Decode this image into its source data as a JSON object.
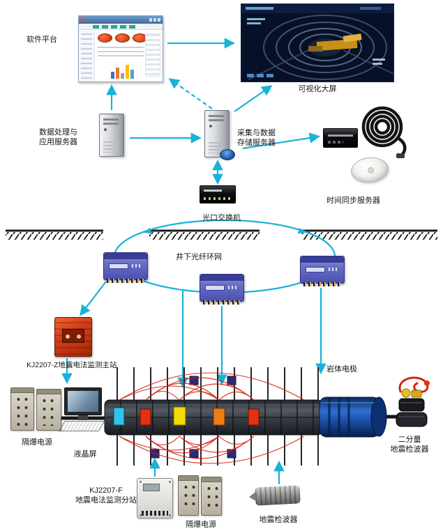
{
  "diagram": {
    "type": "system-architecture",
    "labels": {
      "software_platform": "软件平台",
      "visual_screen": "可视化大屏",
      "app_server": "数据处理与\n应用服务器",
      "storage_server": "采集与数据\n存储服务器",
      "time_sync_server": "时间同步服务器",
      "optical_switch": "光口交换机",
      "fiber_ring": "井下光纤环网",
      "main_station": "KJ2207-Z地震电法监测主站",
      "rock_electrode": "岩体电极",
      "power_supply_left": "隔爆电源",
      "lcd_screen": "液晶屏",
      "substation": "KJ2207-F\n地震电法监测分站",
      "power_supply_bottom": "隔爆电源",
      "geophone": "地震检波器",
      "two_component_geophone": "二分量\n地震检波器"
    },
    "colors": {
      "arrow": "#19b2d9",
      "field_lines": "#d41f0e",
      "ground": "#1b1b1b",
      "substation_box": "#5d63b8",
      "main_station_box": "#d23a12",
      "electrode_blocks": [
        "#2ec4ea",
        "#e23212",
        "#f6da05",
        "#f07c14",
        "#e23212"
      ]
    }
  }
}
